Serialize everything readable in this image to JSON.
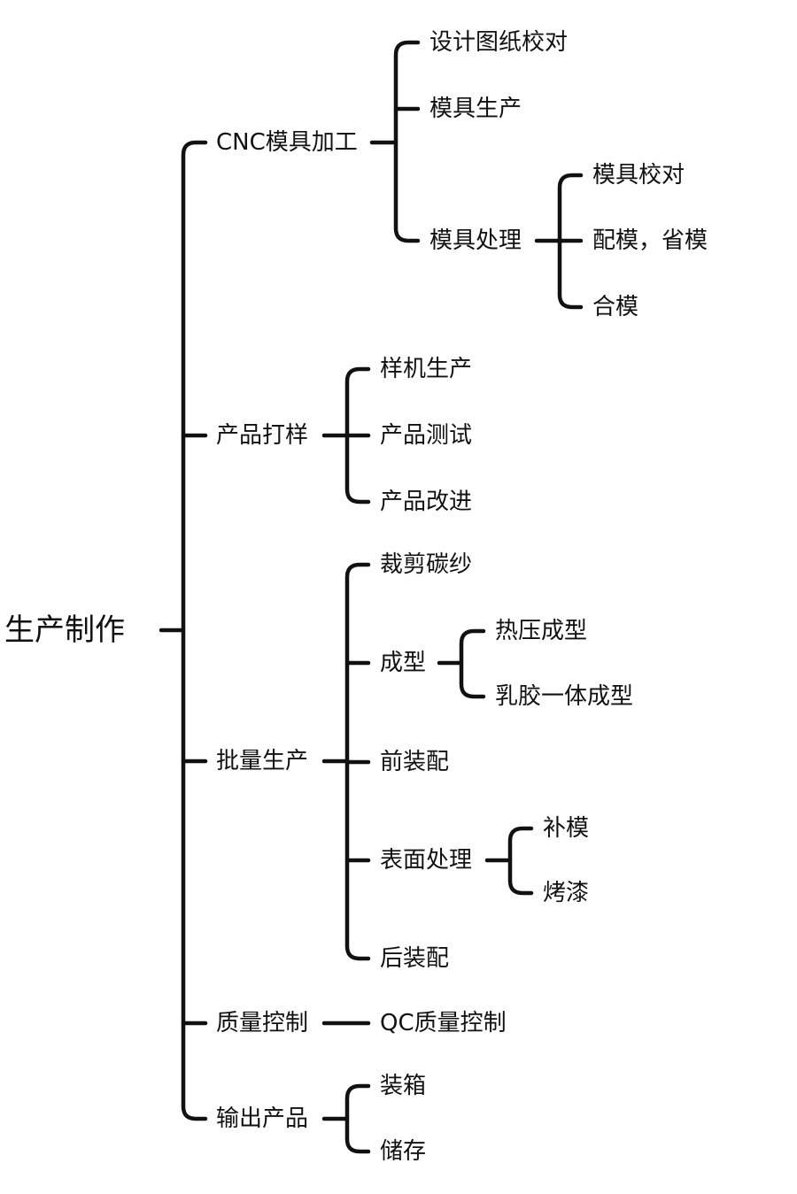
{
  "diagram": {
    "root": {
      "label": "生产制作",
      "children": [
        {
          "label": "CNC模具加工",
          "children": [
            {
              "label": "设计图纸校对"
            },
            {
              "label": "模具生产"
            },
            {
              "label": "模具处理",
              "children": [
                {
                  "label": "模具校对"
                },
                {
                  "label": "配模，省模"
                },
                {
                  "label": "合模"
                }
              ]
            }
          ]
        },
        {
          "label": "产品打样",
          "children": [
            {
              "label": "样机生产"
            },
            {
              "label": "产品测试"
            },
            {
              "label": "产品改进"
            }
          ]
        },
        {
          "label": "批量生产",
          "children": [
            {
              "label": "裁剪碳纱"
            },
            {
              "label": "成型",
              "children": [
                {
                  "label": "热压成型"
                },
                {
                  "label": "乳胶一体成型"
                }
              ]
            },
            {
              "label": "前装配"
            },
            {
              "label": "表面处理",
              "children": [
                {
                  "label": "补模"
                },
                {
                  "label": "烤漆"
                }
              ]
            },
            {
              "label": "后装配"
            }
          ]
        },
        {
          "label": "质量控制",
          "children": [
            {
              "label": "QC质量控制"
            }
          ]
        },
        {
          "label": "输出产品",
          "children": [
            {
              "label": "装箱"
            },
            {
              "label": "储存"
            }
          ]
        }
      ]
    }
  }
}
